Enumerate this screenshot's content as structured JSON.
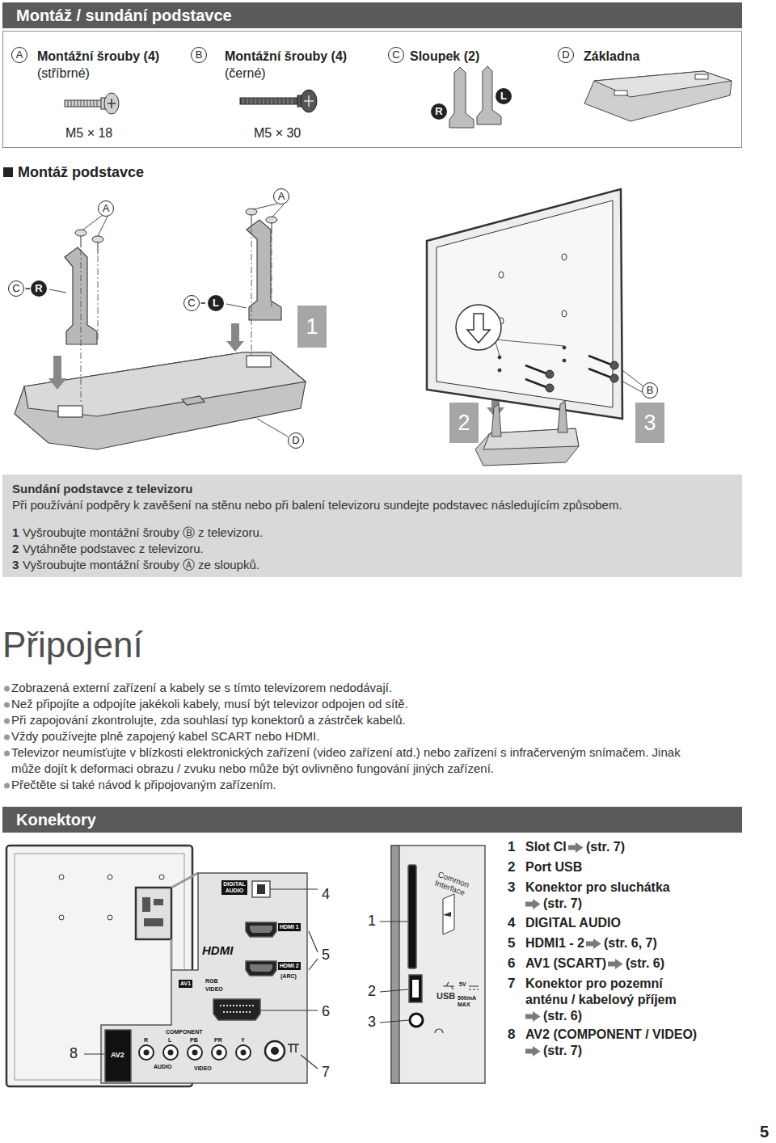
{
  "diagram": {
    "title": "Připojení",
    "nodes": [
      {
        "text": [
          "Montáž / sundání podstavce"
        ]
      },
      {
        "text": [
          "A",
          "Montážní šrouby (4)",
          "(stříbrné)",
          "M5 × 18",
          "B",
          "Montážní šrouby (4)",
          "(černé)",
          "M5 × 30",
          "C",
          "Sloupek (2)",
          "R",
          "L",
          "D",
          "Základna"
        ]
      },
      {
        "text": [
          "1"
        ]
      },
      {
        "text": [
          "2"
        ]
      },
      {
        "text": [
          "3"
        ]
      },
      {
        "text": [
          "Sundání podstavce z televizoru",
          "Při používání podpěry k zavěšení na stěnu nebo při balení televizoru sundejte podstavec následujícím způsobem.",
          "1",
          "Vyšroubujte montážní šrouby Ⓑ z televizoru.",
          "2",
          "Vytáhněte podstavec z televizoru.",
          "3",
          "Vyšroubujte montážní šrouby Ⓐ ze sloupků."
        ]
      },
      {
        "text": [
          "Konektory"
        ]
      }
    ],
    "labels": [
      "Montáž podstavce",
      "A",
      "A",
      "C",
      "R",
      "C",
      "L",
      "D",
      "B",
      "Zobrazená externí zařízení a kabely se s tímto televizorem nedodávají.",
      "Než připojíte a odpojíte jakékoli kabely, musí být televizor odpojen od sítě.",
      "Při zapojování zkontrolujte, zda souhlasí typ konektorů a zástrček kabelů.",
      "Vždy používejte plně zapojený kabel SCART nebo HDMI.",
      "Televizor neumísťujte v blízkosti elektronických zařízení (video zařízení atd.) nebo zařízení s infračerveným snímačem. Jinak může dojít k deformaci obrazu / zvuku nebo může být ovlivněno fungování jiných zařízení.",
      "Přečtěte si také návod k připojovaným zařízením.",
      "DIGITAL AUDIO",
      "HDMI",
      "HDMI 1",
      "HDMI 2",
      "(ARC)",
      "AV1",
      "RGB",
      "VIDEO",
      "AV2",
      "COMPONENT",
      "R",
      "L",
      "PB",
      "PR",
      "Y",
      "AUDIO",
      "VIDEO",
      "4",
      "5",
      "6",
      "7",
      "8",
      "Common Interface",
      "USB",
      "5V",
      "500mA MAX",
      "1",
      "2",
      "3",
      "1",
      "Slot CI",
      "(str. 7)",
      "2",
      "Port USB",
      "3",
      "Konektor pro sluchátka",
      "(str. 7)",
      "4",
      "DIGITAL AUDIO",
      "5",
      "HDMI1 - 2",
      "(str. 6, 7)",
      "6",
      "AV1 (SCART)",
      "(str. 6)",
      "7",
      "Konektor pro pozemní anténu / kabelový příjem",
      "(str. 6)",
      "8",
      "AV2 (COMPONENT / VIDEO)",
      "(str. 7)",
      "5"
    ]
  }
}
